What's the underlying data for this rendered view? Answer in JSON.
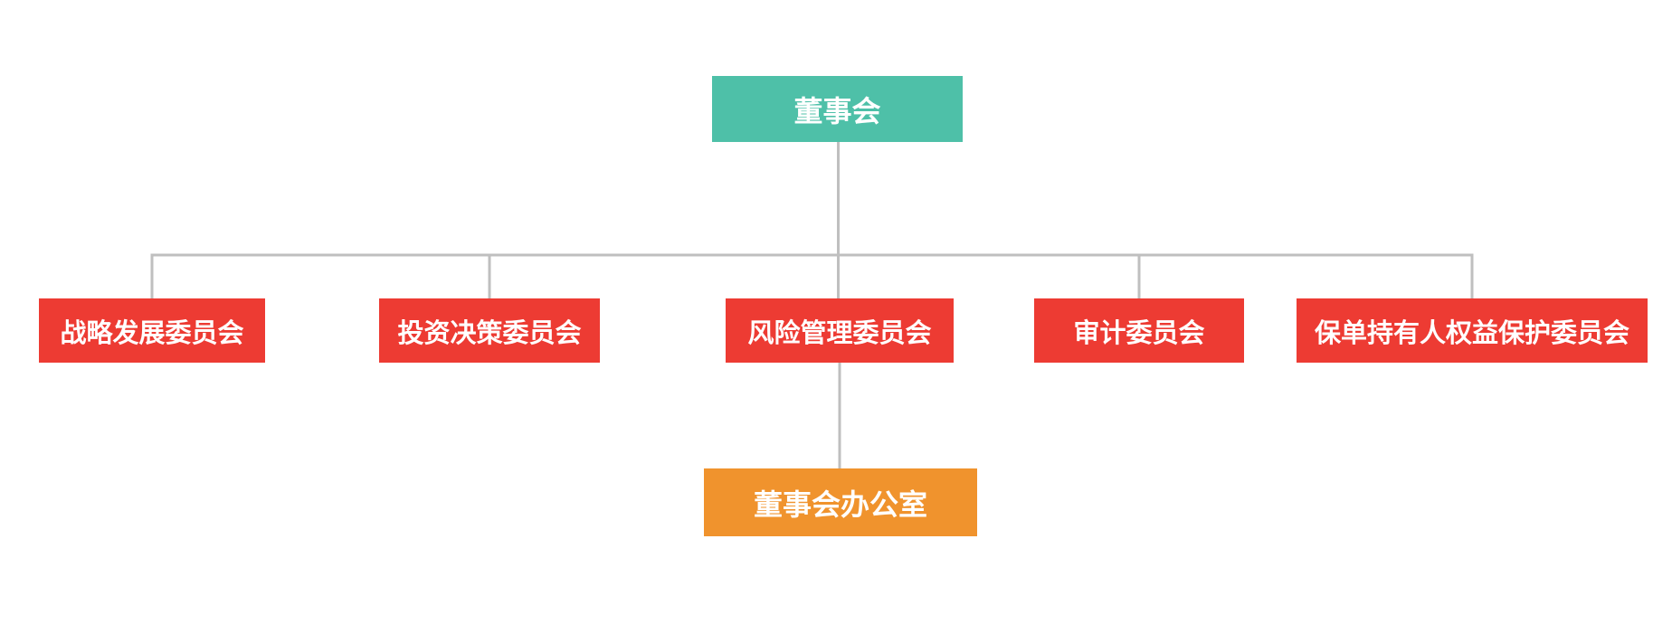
{
  "org_chart": {
    "type": "organization-chart",
    "root": {
      "label": "董事会"
    },
    "committees": [
      {
        "label": "战略发展委员会"
      },
      {
        "label": "投资决策委员会"
      },
      {
        "label": "风险管理委员会"
      },
      {
        "label": "审计委员会"
      },
      {
        "label": "保单持有人权益保护委员会"
      }
    ],
    "office": {
      "label": "董事会办公室",
      "parent": "风险管理委员会"
    }
  },
  "colors": {
    "root_box": "#4EC0A8",
    "committee_box": "#ED3B33",
    "office_box": "#F0932D",
    "connector": "#BFBFBF",
    "node_text": "#FFFFFF",
    "background": "#FFFFFF"
  }
}
